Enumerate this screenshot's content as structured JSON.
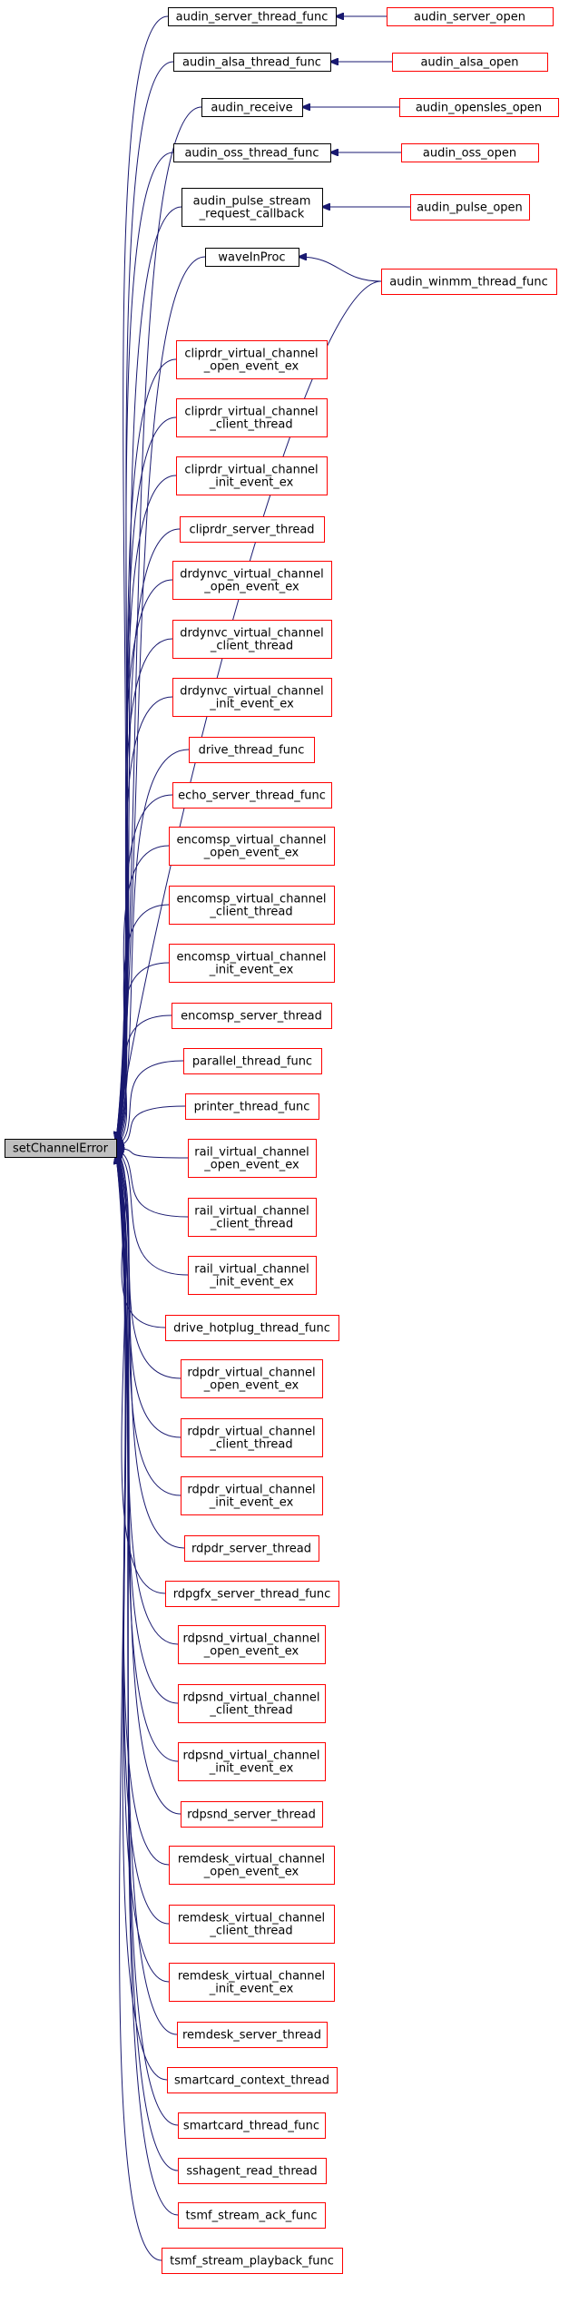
{
  "colors": {
    "edge": "#191970",
    "caller_border": "#ff0000",
    "plain_border": "#000000",
    "root_fill": "#bfbfbf",
    "node_fill": "#ffffff",
    "text": "#000000"
  },
  "root": {
    "id": "setChannelError",
    "lines": [
      "setChannelError"
    ]
  },
  "nodes": [
    {
      "id": "audin_server_thread_func",
      "lines": [
        "audin_server_thread_func"
      ],
      "border": "black"
    },
    {
      "id": "audin_server_open",
      "lines": [
        "audin_server_open"
      ],
      "border": "red"
    },
    {
      "id": "audin_alsa_thread_func",
      "lines": [
        "audin_alsa_thread_func"
      ],
      "border": "black"
    },
    {
      "id": "audin_alsa_open",
      "lines": [
        "audin_alsa_open"
      ],
      "border": "red"
    },
    {
      "id": "audin_receive",
      "lines": [
        "audin_receive"
      ],
      "border": "black"
    },
    {
      "id": "audin_opensles_open",
      "lines": [
        "audin_opensles_open"
      ],
      "border": "red"
    },
    {
      "id": "audin_oss_thread_func",
      "lines": [
        "audin_oss_thread_func"
      ],
      "border": "black"
    },
    {
      "id": "audin_oss_open",
      "lines": [
        "audin_oss_open"
      ],
      "border": "red"
    },
    {
      "id": "audin_pulse_stream_request_callback",
      "lines": [
        "audin_pulse_stream",
        "_request_callback"
      ],
      "border": "black"
    },
    {
      "id": "audin_pulse_open",
      "lines": [
        "audin_pulse_open"
      ],
      "border": "red"
    },
    {
      "id": "waveInProc",
      "lines": [
        "waveInProc"
      ],
      "border": "black"
    },
    {
      "id": "audin_winmm_thread_func",
      "lines": [
        "audin_winmm_thread_func"
      ],
      "border": "red"
    },
    {
      "id": "cliprdr_open_event_ex",
      "lines": [
        "cliprdr_virtual_channel",
        "_open_event_ex"
      ],
      "border": "red"
    },
    {
      "id": "cliprdr_client_thread",
      "lines": [
        "cliprdr_virtual_channel",
        "_client_thread"
      ],
      "border": "red"
    },
    {
      "id": "cliprdr_init_event_ex",
      "lines": [
        "cliprdr_virtual_channel",
        "_init_event_ex"
      ],
      "border": "red"
    },
    {
      "id": "cliprdr_server_thread",
      "lines": [
        "cliprdr_server_thread"
      ],
      "border": "red"
    },
    {
      "id": "drdynvc_open_event_ex",
      "lines": [
        "drdynvc_virtual_channel",
        "_open_event_ex"
      ],
      "border": "red"
    },
    {
      "id": "drdynvc_client_thread",
      "lines": [
        "drdynvc_virtual_channel",
        "_client_thread"
      ],
      "border": "red"
    },
    {
      "id": "drdynvc_init_event_ex",
      "lines": [
        "drdynvc_virtual_channel",
        "_init_event_ex"
      ],
      "border": "red"
    },
    {
      "id": "drive_thread_func",
      "lines": [
        "drive_thread_func"
      ],
      "border": "red"
    },
    {
      "id": "echo_server_thread_func",
      "lines": [
        "echo_server_thread_func"
      ],
      "border": "red"
    },
    {
      "id": "encomsp_open_event_ex",
      "lines": [
        "encomsp_virtual_channel",
        "_open_event_ex"
      ],
      "border": "red"
    },
    {
      "id": "encomsp_client_thread",
      "lines": [
        "encomsp_virtual_channel",
        "_client_thread"
      ],
      "border": "red"
    },
    {
      "id": "encomsp_init_event_ex",
      "lines": [
        "encomsp_virtual_channel",
        "_init_event_ex"
      ],
      "border": "red"
    },
    {
      "id": "encomsp_server_thread",
      "lines": [
        "encomsp_server_thread"
      ],
      "border": "red"
    },
    {
      "id": "parallel_thread_func",
      "lines": [
        "parallel_thread_func"
      ],
      "border": "red"
    },
    {
      "id": "printer_thread_func",
      "lines": [
        "printer_thread_func"
      ],
      "border": "red"
    },
    {
      "id": "rail_open_event_ex",
      "lines": [
        "rail_virtual_channel",
        "_open_event_ex"
      ],
      "border": "red"
    },
    {
      "id": "rail_client_thread",
      "lines": [
        "rail_virtual_channel",
        "_client_thread"
      ],
      "border": "red"
    },
    {
      "id": "rail_init_event_ex",
      "lines": [
        "rail_virtual_channel",
        "_init_event_ex"
      ],
      "border": "red"
    },
    {
      "id": "drive_hotplug_thread_func",
      "lines": [
        "drive_hotplug_thread_func"
      ],
      "border": "red"
    },
    {
      "id": "rdpdr_open_event_ex",
      "lines": [
        "rdpdr_virtual_channel",
        "_open_event_ex"
      ],
      "border": "red"
    },
    {
      "id": "rdpdr_client_thread",
      "lines": [
        "rdpdr_virtual_channel",
        "_client_thread"
      ],
      "border": "red"
    },
    {
      "id": "rdpdr_init_event_ex",
      "lines": [
        "rdpdr_virtual_channel",
        "_init_event_ex"
      ],
      "border": "red"
    },
    {
      "id": "rdpdr_server_thread",
      "lines": [
        "rdpdr_server_thread"
      ],
      "border": "red"
    },
    {
      "id": "rdpgfx_server_thread_func",
      "lines": [
        "rdpgfx_server_thread_func"
      ],
      "border": "red"
    },
    {
      "id": "rdpsnd_open_event_ex",
      "lines": [
        "rdpsnd_virtual_channel",
        "_open_event_ex"
      ],
      "border": "red"
    },
    {
      "id": "rdpsnd_client_thread",
      "lines": [
        "rdpsnd_virtual_channel",
        "_client_thread"
      ],
      "border": "red"
    },
    {
      "id": "rdpsnd_init_event_ex",
      "lines": [
        "rdpsnd_virtual_channel",
        "_init_event_ex"
      ],
      "border": "red"
    },
    {
      "id": "rdpsnd_server_thread",
      "lines": [
        "rdpsnd_server_thread"
      ],
      "border": "red"
    },
    {
      "id": "remdesk_open_event_ex",
      "lines": [
        "remdesk_virtual_channel",
        "_open_event_ex"
      ],
      "border": "red"
    },
    {
      "id": "remdesk_client_thread",
      "lines": [
        "remdesk_virtual_channel",
        "_client_thread"
      ],
      "border": "red"
    },
    {
      "id": "remdesk_init_event_ex",
      "lines": [
        "remdesk_virtual_channel",
        "_init_event_ex"
      ],
      "border": "red"
    },
    {
      "id": "remdesk_server_thread",
      "lines": [
        "remdesk_server_thread"
      ],
      "border": "red"
    },
    {
      "id": "smartcard_context_thread",
      "lines": [
        "smartcard_context_thread"
      ],
      "border": "red"
    },
    {
      "id": "smartcard_thread_func",
      "lines": [
        "smartcard_thread_func"
      ],
      "border": "red"
    },
    {
      "id": "sshagent_read_thread",
      "lines": [
        "sshagent_read_thread"
      ],
      "border": "red"
    },
    {
      "id": "tsmf_stream_ack_func",
      "lines": [
        "tsmf_stream_ack_func"
      ],
      "border": "red"
    },
    {
      "id": "tsmf_stream_playback_func",
      "lines": [
        "tsmf_stream_playback_func"
      ],
      "border": "red"
    }
  ],
  "edges": [
    {
      "from": "audin_server_thread_func",
      "to": "setChannelError"
    },
    {
      "from": "audin_alsa_thread_func",
      "to": "setChannelError"
    },
    {
      "from": "audin_receive",
      "to": "setChannelError"
    },
    {
      "from": "audin_oss_thread_func",
      "to": "setChannelError"
    },
    {
      "from": "audin_pulse_stream_request_callback",
      "to": "setChannelError"
    },
    {
      "from": "waveInProc",
      "to": "setChannelError"
    },
    {
      "from": "audin_winmm_thread_func",
      "to": "setChannelError"
    },
    {
      "from": "audin_server_open",
      "to": "audin_server_thread_func"
    },
    {
      "from": "audin_alsa_open",
      "to": "audin_alsa_thread_func"
    },
    {
      "from": "audin_opensles_open",
      "to": "audin_receive"
    },
    {
      "from": "audin_oss_open",
      "to": "audin_oss_thread_func"
    },
    {
      "from": "audin_pulse_open",
      "to": "audin_pulse_stream_request_callback"
    },
    {
      "from": "audin_winmm_thread_func",
      "to": "waveInProc"
    },
    {
      "from": "cliprdr_open_event_ex",
      "to": "setChannelError"
    },
    {
      "from": "cliprdr_client_thread",
      "to": "setChannelError"
    },
    {
      "from": "cliprdr_init_event_ex",
      "to": "setChannelError"
    },
    {
      "from": "cliprdr_server_thread",
      "to": "setChannelError"
    },
    {
      "from": "drdynvc_open_event_ex",
      "to": "setChannelError"
    },
    {
      "from": "drdynvc_client_thread",
      "to": "setChannelError"
    },
    {
      "from": "drdynvc_init_event_ex",
      "to": "setChannelError"
    },
    {
      "from": "drive_thread_func",
      "to": "setChannelError"
    },
    {
      "from": "echo_server_thread_func",
      "to": "setChannelError"
    },
    {
      "from": "encomsp_open_event_ex",
      "to": "setChannelError"
    },
    {
      "from": "encomsp_client_thread",
      "to": "setChannelError"
    },
    {
      "from": "encomsp_init_event_ex",
      "to": "setChannelError"
    },
    {
      "from": "encomsp_server_thread",
      "to": "setChannelError"
    },
    {
      "from": "parallel_thread_func",
      "to": "setChannelError"
    },
    {
      "from": "printer_thread_func",
      "to": "setChannelError"
    },
    {
      "from": "rail_open_event_ex",
      "to": "setChannelError"
    },
    {
      "from": "rail_client_thread",
      "to": "setChannelError"
    },
    {
      "from": "rail_init_event_ex",
      "to": "setChannelError"
    },
    {
      "from": "drive_hotplug_thread_func",
      "to": "setChannelError"
    },
    {
      "from": "rdpdr_open_event_ex",
      "to": "setChannelError"
    },
    {
      "from": "rdpdr_client_thread",
      "to": "setChannelError"
    },
    {
      "from": "rdpdr_init_event_ex",
      "to": "setChannelError"
    },
    {
      "from": "rdpdr_server_thread",
      "to": "setChannelError"
    },
    {
      "from": "rdpgfx_server_thread_func",
      "to": "setChannelError"
    },
    {
      "from": "rdpsnd_open_event_ex",
      "to": "setChannelError"
    },
    {
      "from": "rdpsnd_client_thread",
      "to": "setChannelError"
    },
    {
      "from": "rdpsnd_init_event_ex",
      "to": "setChannelError"
    },
    {
      "from": "rdpsnd_server_thread",
      "to": "setChannelError"
    },
    {
      "from": "remdesk_open_event_ex",
      "to": "setChannelError"
    },
    {
      "from": "remdesk_client_thread",
      "to": "setChannelError"
    },
    {
      "from": "remdesk_init_event_ex",
      "to": "setChannelError"
    },
    {
      "from": "remdesk_server_thread",
      "to": "setChannelError"
    },
    {
      "from": "smartcard_context_thread",
      "to": "setChannelError"
    },
    {
      "from": "smartcard_thread_func",
      "to": "setChannelError"
    },
    {
      "from": "sshagent_read_thread",
      "to": "setChannelError"
    },
    {
      "from": "tsmf_stream_ack_func",
      "to": "setChannelError"
    },
    {
      "from": "tsmf_stream_playback_func",
      "to": "setChannelError"
    }
  ]
}
